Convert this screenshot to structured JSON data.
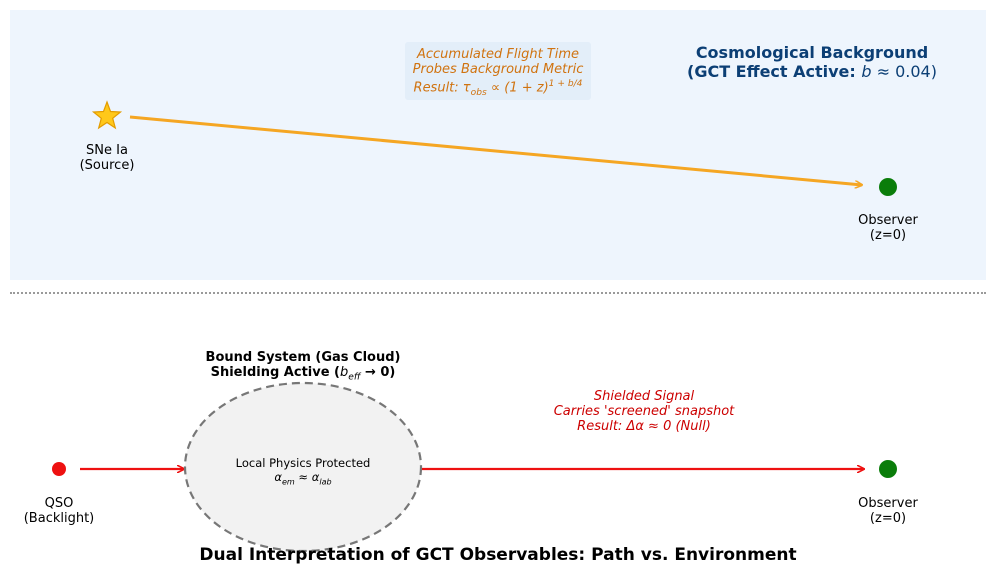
{
  "top": {
    "source_label_1": "SNe Ia",
    "source_label_2": "(Source)",
    "observer_label_1": "Observer",
    "observer_label_2": "(z=0)",
    "note_line1": "Accumulated Flight Time",
    "note_line2": "Probes Background Metric",
    "note_line3_prefix": "Result: ",
    "note_tau": "τ",
    "note_tau_sub": "obs",
    "note_mid": " ∝ (1 + z)",
    "note_exp": "1 + b/4",
    "bg_title_1": "Cosmological Background",
    "bg_title_2_prefix": "(GCT Effect Active: ",
    "bg_title_2_var": "b",
    "bg_title_2_suffix": " ≈ 0.04)"
  },
  "bottom": {
    "qso_label_1": "QSO",
    "qso_label_2": "(Backlight)",
    "observer_label_1": "Observer",
    "observer_label_2": "(z=0)",
    "bound_line1": "Bound System (Gas Cloud)",
    "bound_line2_prefix": "Shielding Active (",
    "bound_b": "b",
    "bound_b_sub": "eff",
    "bound_line2_suffix": " → 0)",
    "cloud_line1": "Local Physics Protected",
    "cloud_alpha": "α",
    "cloud_alpha_sub1": "em",
    "cloud_approx": " ≈ ",
    "cloud_alpha_sub2": "lab",
    "signal_line1": "Shielded Signal",
    "signal_line2": "Carries 'screened' snapshot",
    "signal_line3": "Result: Δα ≈ 0 (Null)"
  },
  "title": "Dual Interpretation of GCT Observables: Path vs. Environment",
  "colors": {
    "panel": "#eef5fd",
    "orange": "#f5a623",
    "observer": "#0a7d0a",
    "red": "#ee1111",
    "blue_title": "#0c3f75"
  }
}
